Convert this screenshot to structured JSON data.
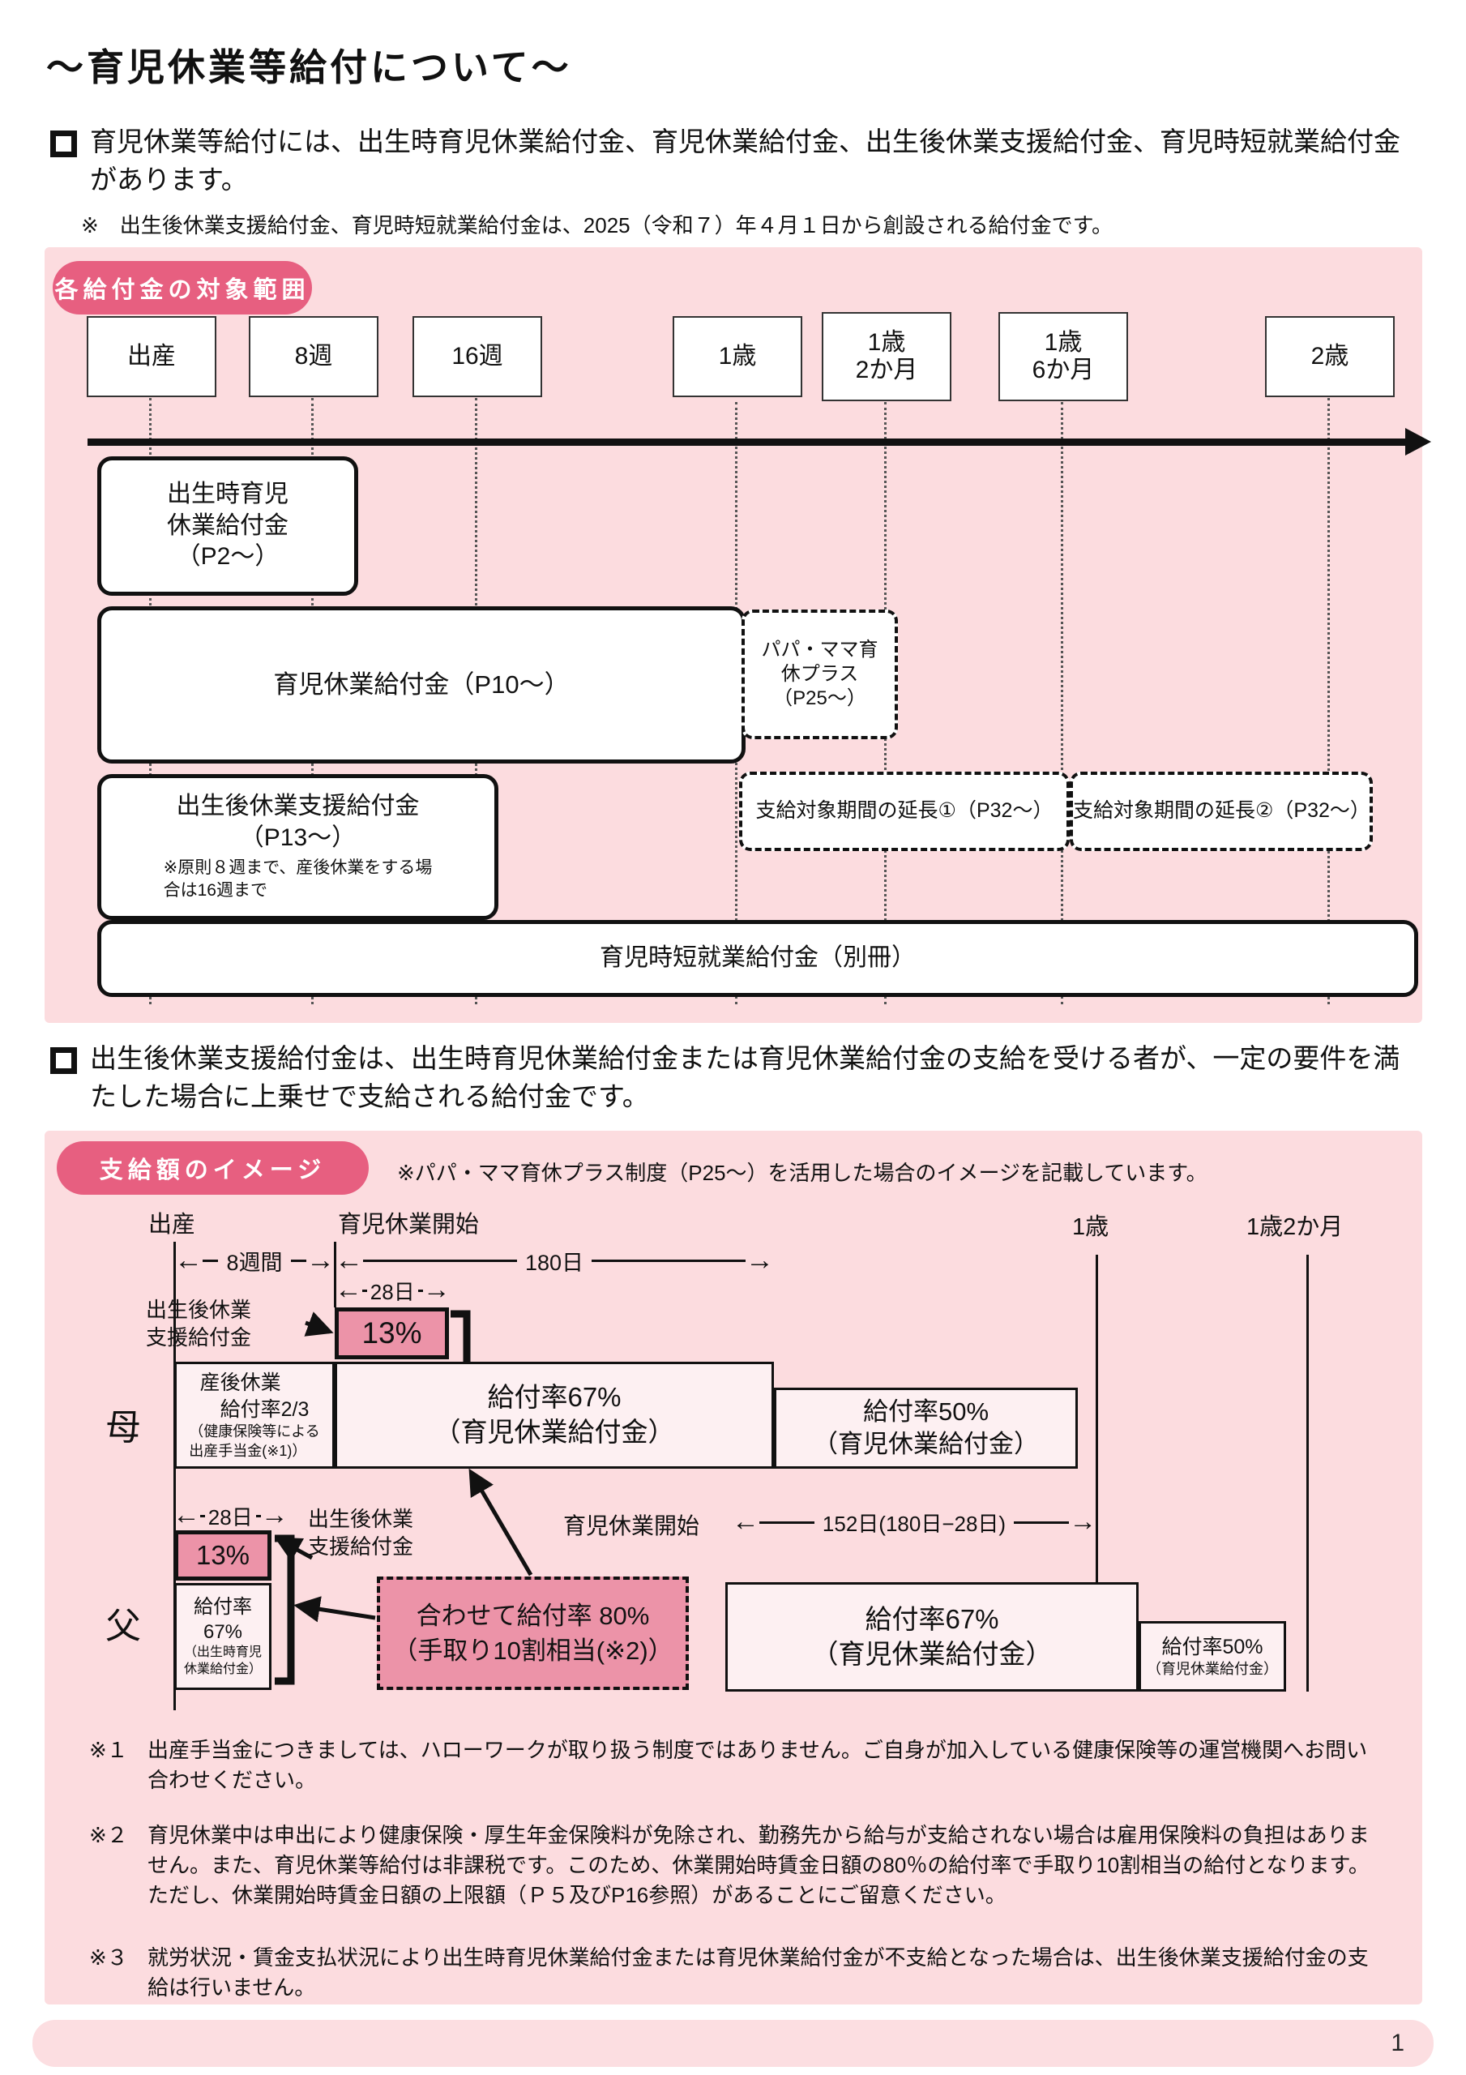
{
  "page": {
    "title": "～育児休業等給付について～",
    "page_number": "1"
  },
  "intro": {
    "bullet1": "育児休業等給付には、出生時育児休業給付金、育児休業給付金、出生後休業支援給付金、育児時短就業給付金があります。",
    "note": "※　出生後休業支援給付金、育児時短就業給付金は、2025（令和７）年４月１日から創設される給付金です。",
    "bullet2": "出生後休業支援給付金は、出生時育児休業給付金または育児休業給付金の支給を受ける者が、一定の要件を満たした場合に上乗せで支給される給付金です。"
  },
  "scope": {
    "badge": "各給付金の対象範囲",
    "timeline_labels": [
      "出産",
      "8週",
      "16週",
      "1歳",
      "1歳\n2か月",
      "1歳\n6か月",
      "2歳"
    ],
    "boxes": {
      "birth": "出生時育児\n休業給付金\n（P2～）",
      "ikuji": "育児休業給付金（P10～）",
      "papamama": "パパ・ママ育\n休プラス\n（P25～）",
      "ext1": "支給対象期間の延長①（P32～）",
      "ext2": "支給対象期間の延長②（P32～）",
      "shussei_title": "出生後休業支援給付金\n（P13～）",
      "shussei_note": "※原則８週まで、産後休業をする場\n合は16週まで",
      "jitan": "育児時短就業給付金（別冊）"
    }
  },
  "payment": {
    "badge": "支給額のイメージ",
    "note": "※パパ・ママ育休プラス制度（P25～）を活用した場合のイメージを記載しています。",
    "axis": {
      "shussan": "出産",
      "ikukyu_start": "育児休業開始",
      "age1": "1歳",
      "age1_2m": "1歳2か月"
    },
    "measures": {
      "week8": "8週間",
      "days180": "180日",
      "days28": "28日",
      "days152": "152日(180日−28日)"
    },
    "mother": {
      "label": "母",
      "shien_label": "出生後休業\n支援給付金",
      "pct13": "13%",
      "sango_main": "産後休業\n　給付率2/3",
      "sango_sub": "（健康保険等による\n出産手当金(※1)）",
      "rate67": "給付率67%\n（育児休業給付金）",
      "rate50": "給付率50%\n（育児休業給付金）"
    },
    "father": {
      "label": "父",
      "shien_label": "出生後休業\n支援給付金",
      "pct13": "13%",
      "rate67_main": "給付率\n67%",
      "rate67_sub": "（出生時育児\n休業給付金）",
      "combined": "合わせて給付率 80%\n（手取り10割相当(※2)）",
      "ikukyu_start": "育児休業開始",
      "rate67": "給付率67%\n（育児休業給付金）",
      "rate50_main": "給付率50%",
      "rate50_sub": "（育児休業給付金）"
    }
  },
  "footnotes": [
    {
      "marker": "※１",
      "text": "出産手当金につきましては、ハローワークが取り扱う制度ではありません。ご自身が加入している健康保険等の運営機関へお問い合わせください。"
    },
    {
      "marker": "※２",
      "text": "育児休業中は申出により健康保険・厚生年金保険料が免除され、勤務先から給与が支給されない場合は雇用保険料の負担はありません。また、育児休業等給付は非課税です。このため、休業開始時賃金日額の80％の給付率で手取り10割相当の給付となります。ただし、休業開始時賃金日額の上限額（Ｐ５及びP16参照）があることにご留意ください。"
    },
    {
      "marker": "※３",
      "text": "就労状況・賃金支払状況により出生時育児休業給付金または育児休業給付金が不支給となった場合は、出生後休業支援給付金の支給は行いません。"
    }
  ],
  "colors": {
    "accent": "#e75f80",
    "panel_bg": "#fcdcdf",
    "highlight": "#ec93a8",
    "box_bg": "#fdf0f2"
  }
}
